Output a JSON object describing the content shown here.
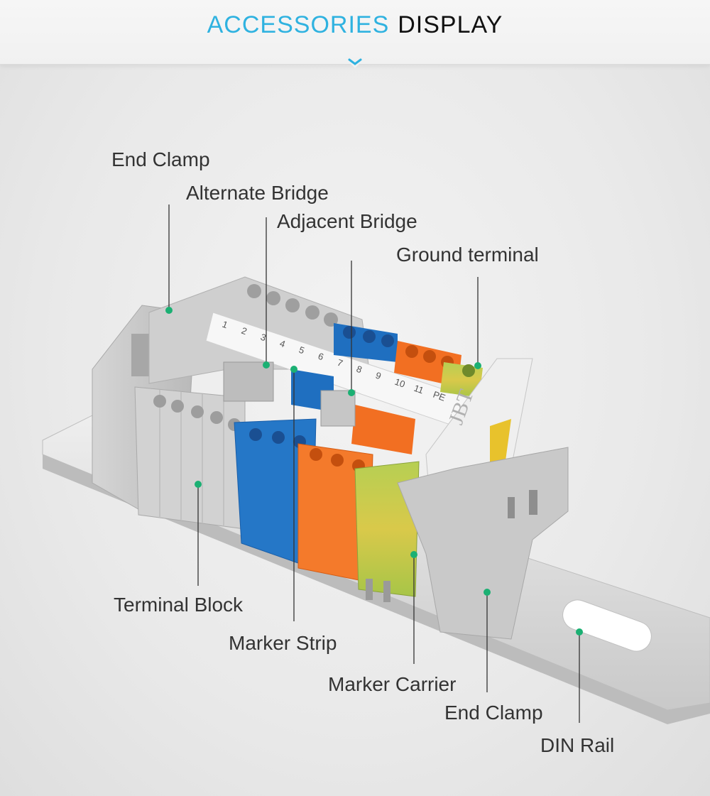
{
  "header": {
    "title_accent": "ACCESSORIES",
    "title_dark": "DISPLAY"
  },
  "colors": {
    "accent": "#2fb2e0",
    "marker_dot": "#1bb073",
    "blue": "#1f6fc0",
    "orange": "#f26f22",
    "green_yellow": "#a8c84a",
    "gray": "#c7c7c7"
  },
  "labels": {
    "end_clamp_top": "End Clamp",
    "alternate_bridge": "Alternate Bridge",
    "adjacent_bridge": "Adjacent Bridge",
    "ground_terminal": "Ground terminal",
    "terminal_block": "Terminal Block",
    "marker_strip": "Marker Strip",
    "marker_carrier": "Marker Carrier",
    "end_clamp_bottom": "End Clamp",
    "din_rail": "DIN Rail"
  },
  "markers": {
    "numbers": [
      "1",
      "2",
      "3",
      "4",
      "5",
      "6",
      "7",
      "8",
      "9",
      "10",
      "11",
      "PE"
    ],
    "carrier_text": "JBT"
  }
}
